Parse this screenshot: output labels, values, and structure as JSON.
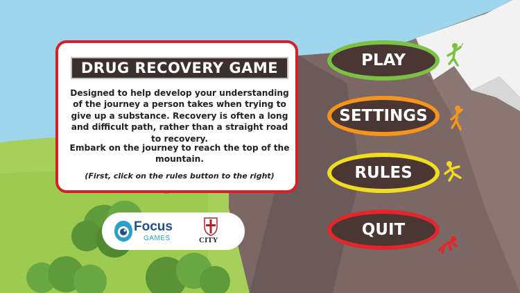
{
  "panel": {
    "title": "DRUG RECOVERY GAME",
    "description": "Designed to help develop your understanding of the journey a person takes when trying to give up a substance. Recovery is often a long and difficult path, rather than a straight road to recovery.",
    "embark": "Embark on the journey to reach the top of the mountain.",
    "hint": "(First, click on the rules button to the right)"
  },
  "logos": {
    "focus": "Focus",
    "games": "GAMES",
    "city": "CITY"
  },
  "menu": {
    "play": "PLAY",
    "settings": "SETTINGS",
    "rules": "RULES",
    "quit": "QUIT"
  },
  "colors": {
    "play": "#7cc242",
    "settings": "#f7941d",
    "rules": "#f2dc1f",
    "quit": "#e3262b",
    "panel_border": "#d62027",
    "button_fill": "#4a3733"
  },
  "icons": [
    "climber-icon",
    "focus-eye-icon",
    "city-crest-icon"
  ]
}
